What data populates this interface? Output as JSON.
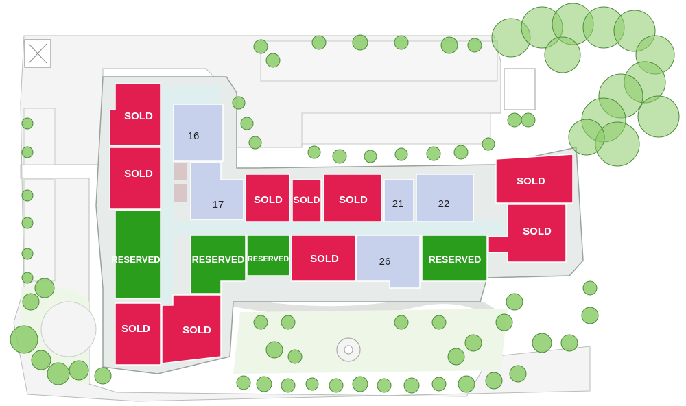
{
  "colors": {
    "sold": "#e21d4f",
    "reserved": "#2a9d1c",
    "available": "#c7d1ec",
    "corridor": "#dfeeee",
    "tree": "#8ccc6a",
    "tree_stroke": "#4d8a3c",
    "paving": "#f2f3f2",
    "outline": "#9aa39a"
  },
  "units": [
    {
      "id": "u-a",
      "status": "sold",
      "label": "SOLD"
    },
    {
      "id": "u-b",
      "status": "sold",
      "label": "SOLD"
    },
    {
      "id": "u-c",
      "status": "reserved",
      "label": "RESERVED"
    },
    {
      "id": "u-d",
      "status": "sold",
      "label": "SOLD"
    },
    {
      "id": "u-e",
      "status": "sold",
      "label": "SOLD"
    },
    {
      "id": "u-16",
      "status": "available",
      "label": "16"
    },
    {
      "id": "u-17",
      "status": "available",
      "label": "17"
    },
    {
      "id": "u-f",
      "status": "sold",
      "label": "SOLD"
    },
    {
      "id": "u-g",
      "status": "sold",
      "label": "SOLD"
    },
    {
      "id": "u-h",
      "status": "sold",
      "label": "SOLD"
    },
    {
      "id": "u-21",
      "status": "available",
      "label": "21"
    },
    {
      "id": "u-22",
      "status": "available",
      "label": "22"
    },
    {
      "id": "u-i",
      "status": "sold",
      "label": "SOLD"
    },
    {
      "id": "u-j",
      "status": "sold",
      "label": "SOLD"
    },
    {
      "id": "u-k",
      "status": "reserved",
      "label": "RESERVED"
    },
    {
      "id": "u-l",
      "status": "reserved",
      "label": "RESERVED"
    },
    {
      "id": "u-m",
      "status": "sold",
      "label": "SOLD"
    },
    {
      "id": "u-26",
      "status": "available",
      "label": "26"
    },
    {
      "id": "u-n",
      "status": "reserved",
      "label": "RESERVED"
    }
  ]
}
